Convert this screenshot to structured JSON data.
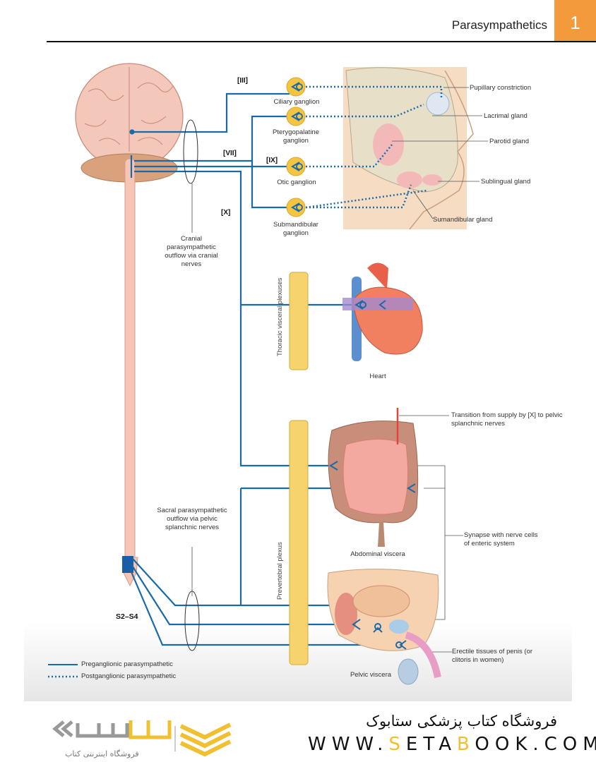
{
  "header": {
    "title": "Parasympathetics",
    "chapter_number": "1",
    "chapter_tab_color": "#f39a3c"
  },
  "figure": {
    "nerve_labels": {
      "III": "[III]",
      "VII": "[VII]",
      "IX": "[IX]",
      "X": "[X]",
      "sacral": "S2–S4"
    },
    "ganglia": [
      {
        "name": "Ciliary ganglion"
      },
      {
        "name": "Pterygopalatine ganglion"
      },
      {
        "name": "Otic ganglion"
      },
      {
        "name": "Submandibular ganglion"
      }
    ],
    "head_targets": [
      "Pupillary constriction",
      "Lacrimal gland",
      "Parotid gland",
      "Sublingual gland",
      "Sumandibular gland"
    ],
    "cranial_outflow_label": "Cranial parasympathetic outflow via cranial nerves",
    "sacral_outflow_label": "Sacral parasympathetic outflow via pelvic splanchnic nerves",
    "plexuses": {
      "thoracic": "Thoracic visceral plexuses",
      "prevertebral": "Prevertebral plexus"
    },
    "organs": {
      "heart": "Heart",
      "abdominal": "Abdominal viscera",
      "pelvic": "Pelvic viscera"
    },
    "annotations": {
      "transition": "Transition from supply by [X] to pelvic splanchnic nerves",
      "synapse": "Synapse with nerve cells of enteric system",
      "erectile": "Erectile tissues of penis (or clitoris in women)"
    },
    "legend": [
      {
        "style": "solid",
        "label": "Preganglionic parasympathetic"
      },
      {
        "style": "dotted",
        "label": "Postganglionic parasympathetic"
      }
    ],
    "colors": {
      "nerve": "#1a6aa8",
      "ganglion": "#f5c542",
      "plexus": "#f7d36e",
      "transition_line": "#e0463a"
    }
  },
  "footer": {
    "store_name_fa": "فروشگاه کتاب پزشکی ستابوک",
    "url_parts": [
      "WWW.",
      "S",
      "ETA",
      "B",
      "OOK.COM"
    ],
    "logo_text_fa": "فروشگاه اینترنتی کتاب",
    "logo_color": "#f0c030"
  }
}
